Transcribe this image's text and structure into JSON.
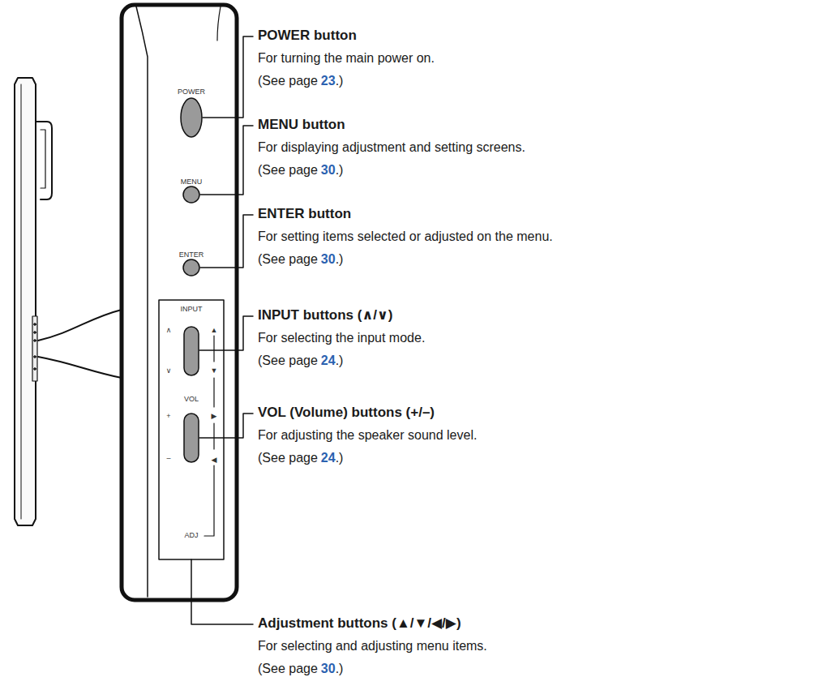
{
  "diagram": {
    "labels": [
      "POWER",
      "MENU",
      "ENTER",
      "INPUT",
      "∧",
      "∨",
      "▲",
      "▼",
      "VOL",
      "+",
      "–",
      "▶",
      "◀",
      "ADJ",
      "POWER button",
      "For turning the main power on.",
      "(See page",
      "23",
      ".)",
      "MENU button",
      "For displaying adjustment and setting screens.",
      "(See page",
      "30",
      ".)",
      "ENTER button",
      "For setting items selected or adjusted on the menu.",
      "(See page",
      "30",
      ".)",
      "INPUT buttons (∧/∨)",
      "For selecting the input mode.",
      "(See page",
      "24",
      ".)",
      "VOL (Volume) buttons (+/–)",
      "For adjusting the speaker sound level.",
      "(See page",
      "24",
      ".)",
      "Adjustment buttons (▲/▼/◀/▶)",
      "For selecting and adjusting menu items.",
      "(See page",
      "30",
      ".)"
    ]
  }
}
